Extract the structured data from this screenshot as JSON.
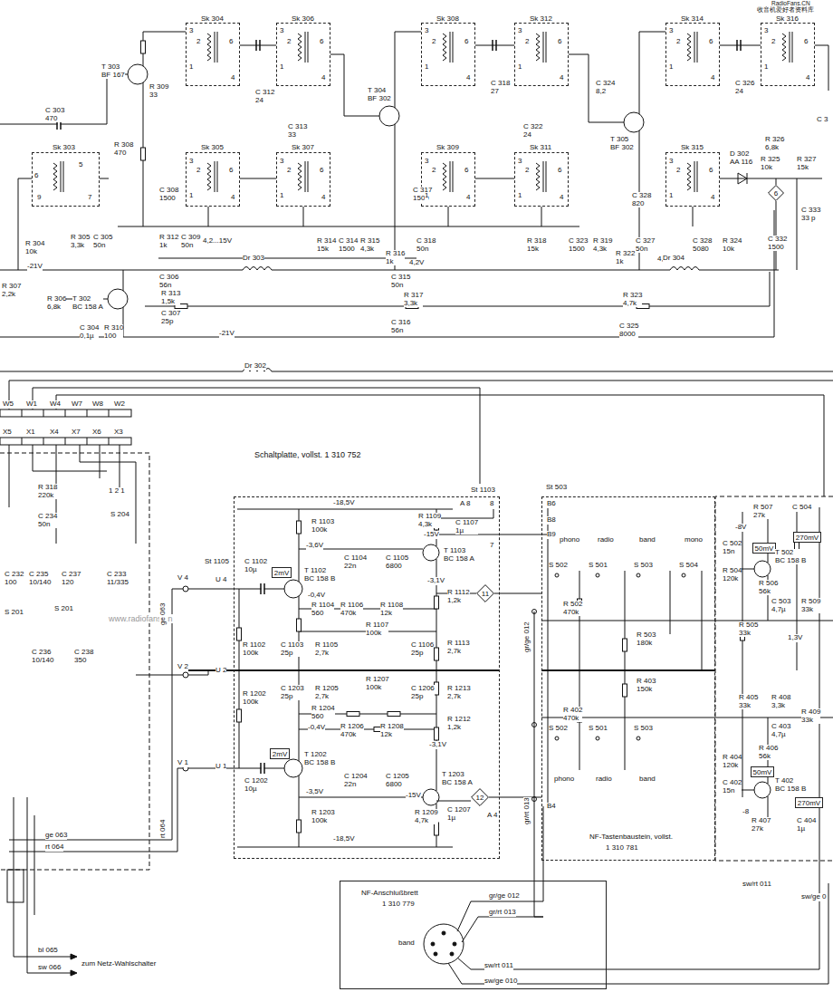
{
  "diagram": {
    "nodes": [
      {
        "text": [
          "Sk 303"
        ]
      },
      {
        "text": [
          "Sk 304"
        ]
      },
      {
        "text": [
          "Sk 306"
        ]
      },
      {
        "text": [
          "Sk 305"
        ]
      },
      {
        "text": [
          "Sk 307"
        ]
      },
      {
        "text": [
          "Sk 308"
        ]
      },
      {
        "text": [
          "Sk 312"
        ]
      },
      {
        "text": [
          "Sk 309"
        ]
      },
      {
        "text": [
          "Sk 311"
        ]
      },
      {
        "text": [
          "Sk 314"
        ]
      },
      {
        "text": [
          "Sk 316"
        ]
      },
      {
        "text": [
          "Sk 315"
        ]
      },
      {
        "text": [
          "6"
        ]
      },
      {
        "text": [
          "Schaltplatte, vollst. 1 310 752"
        ]
      },
      {
        "text": [
          "2mV"
        ],
        "in": 13
      },
      {
        "text": [
          "2mV"
        ],
        "in": 13
      },
      {
        "text": [
          "11"
        ],
        "in": 13
      },
      {
        "text": [
          "12"
        ],
        "in": 13
      },
      {
        "text": [
          "NF-Tastenbaustein, vollst.",
          "1 310 781"
        ]
      },
      {
        "text": [
          "50mV"
        ]
      },
      {
        "text": [
          "270mV"
        ]
      },
      {
        "text": [
          "50mV"
        ]
      },
      {
        "text": [
          "270mV"
        ]
      },
      {
        "text": [
          "NF-Anschlußbrett",
          "1 310 779"
        ]
      }
    ],
    "edges": [
      {
        "from": 1,
        "to": 2,
        "arrow": "none"
      },
      {
        "from": 3,
        "to": 4,
        "arrow": "none"
      },
      {
        "from": 5,
        "to": 6,
        "arrow": "none"
      },
      {
        "from": 7,
        "to": 8,
        "arrow": "none"
      },
      {
        "from": 9,
        "to": 10,
        "arrow": "none"
      }
    ],
    "labels": [
      "RadioFans.CN",
      "收音机爱好者资料库",
      "www.radiofans.cn",
      "C 303 470",
      "T 303 BF 167",
      "R 309 33",
      "R 308 470",
      "C 312 24",
      "C 313 33",
      "C 308 1500",
      "R 312 1k",
      "C 309 50n",
      "4,2...15V",
      "C 306 56n",
      "R 313 1,5k",
      "C 307 25p",
      "T 302 BC 158 A",
      "R 305 3,3k",
      "C 305 50n",
      "R 304 10k",
      "-21V",
      "R 307 2,2k",
      "R 306 6,8k",
      "C 304 0,1µ",
      "R 310 100",
      "-21V",
      "Dr 303",
      "Dr 302",
      "T 304 BF 302",
      "C 317 1500",
      "R 314 15k",
      "C 314 1500",
      "R 315 4,3k",
      "R 316 1k",
      "4,2V",
      "C 318 50n",
      "C 315 50n",
      "R 317 3,3k",
      "C 316 56n",
      "C 318 27",
      "C 322 24",
      "C 324 8,2",
      "T 305 BF 302",
      "C 326 24",
      "R 326 6,8k",
      "C 3",
      "C 328 820",
      "R 318 15k",
      "C 323 1500",
      "R 319 4,3k",
      "R 322 1k",
      "C 327 50n",
      "4,2V",
      "C 328 5080",
      "R 324 10k",
      "D 302 AA 116",
      "R 325 10k",
      "R 327 15k",
      "C 333 33 p",
      "C 332 1500",
      "Dr 304",
      "R 323 4,7k",
      "C 325 8000",
      "6",
      "5",
      "9",
      "7",
      "3",
      "2",
      "1",
      "6",
      "4",
      "3",
      "2",
      "1",
      "6",
      "4",
      "3",
      "2",
      "1",
      "6",
      "4",
      "3",
      "2",
      "1",
      "6",
      "4",
      "3",
      "2",
      "1",
      "6",
      "4",
      "3",
      "2",
      "1",
      "6",
      "4",
      "3",
      "2",
      "1",
      "6",
      "4",
      "3",
      "2",
      "1",
      "6",
      "4",
      "3",
      "2",
      "1",
      "6",
      "4",
      "3",
      "2",
      "1",
      "6",
      "4",
      "3",
      "2",
      "1",
      "6",
      "4",
      "W5",
      "W1",
      "W4",
      "W7",
      "W8",
      "W2",
      "X5",
      "X1",
      "X4",
      "X7",
      "X6",
      "X3",
      "R 318 220k",
      "C 234 50n",
      "1 2 1",
      "S 204",
      "C 232 100",
      "C 235 10/140",
      "C 237 120",
      "C 233 11/335",
      "S 201",
      "S 201",
      "C 236 10/140",
      "C 238 350",
      "ge 063",
      "rt 064",
      "ge 063",
      "rt 064",
      "bl 065",
      "sw 066",
      "zum Netz-Wahlschalter",
      "St 1105",
      "V 4",
      "U 4",
      "V 2",
      "U 2",
      "V 1",
      "U 1",
      "-18,5V",
      "R 1103 100k",
      "-3,6V",
      "T 1102 BC 158 B",
      "C 1102 10µ",
      "-0,4V",
      "R 1104 560",
      "C 1104 22n",
      "C 1105 6800",
      "R 1106 470k",
      "R 1108 12k",
      "R 1107 100k",
      "R 1102 100k",
      "C 1103 25p",
      "R 1105 2,7k",
      "C 1106 25p",
      "R 1109 4,3k",
      "-15V",
      "C 1107 1µ",
      "T 1103 BC 158 A",
      "-3,1V",
      "R 1112 1,2k",
      "R 1113 2,7k",
      "St 1103",
      "A 8",
      "8",
      "7",
      "R 1202 100k",
      "C 1203 25p",
      "R 1205 2,7k",
      "R 1207 100k",
      "C 1206 25p",
      "R 1213 2,7k",
      "R 1204 560",
      "-0,4V",
      "R 1212 1,2k",
      "R 1206 470k",
      "R 1208 12k",
      "-3,1V",
      "T 1202 BC 158 B",
      "C 1204 22n",
      "C 1205 6800",
      "C 1202 10µ",
      "T 1203 BC 158 A",
      "-3,5V",
      "R 1203 100k",
      "-15V",
      "C 1207 1µ",
      "A 4",
      "R 1209 4,7k",
      "-18,5V",
      "St 503",
      "B6",
      "B8",
      "B9",
      "phono",
      "radio",
      "band",
      "mono",
      "S 502",
      "S 501",
      "S 503",
      "S 504",
      "R 502 470k",
      "R 503 180k",
      "R 403 150k",
      "R 402 470k",
      "S 502",
      "S 501",
      "S 503",
      "phono",
      "radio",
      "band",
      "B4",
      "gr/ge 012",
      "gr/rt 013",
      "R 507 27k",
      "-8V",
      "C 502 15n",
      "C 504",
      "T 502 BC 158 B",
      "R 504 120k",
      "R 506 56k",
      "C 503 4,7µ",
      "R 509 33k",
      "R 505 33k",
      "1,3V",
      "R 405 33k",
      "R 408 3,3k",
      "R 409 33k",
      "C 403 4,7µ",
      "R 406 56k",
      "R 404 120k",
      "C 402 15n",
      "T 402 BC 158 B",
      "-8",
      "R 407 27k",
      "C 404 1µ",
      "sw/rt 011",
      "band",
      "gr/ge 012",
      "gr/rt 013",
      "sw/rt 011",
      "sw/ge 010",
      "sw/ge 0"
    ]
  }
}
